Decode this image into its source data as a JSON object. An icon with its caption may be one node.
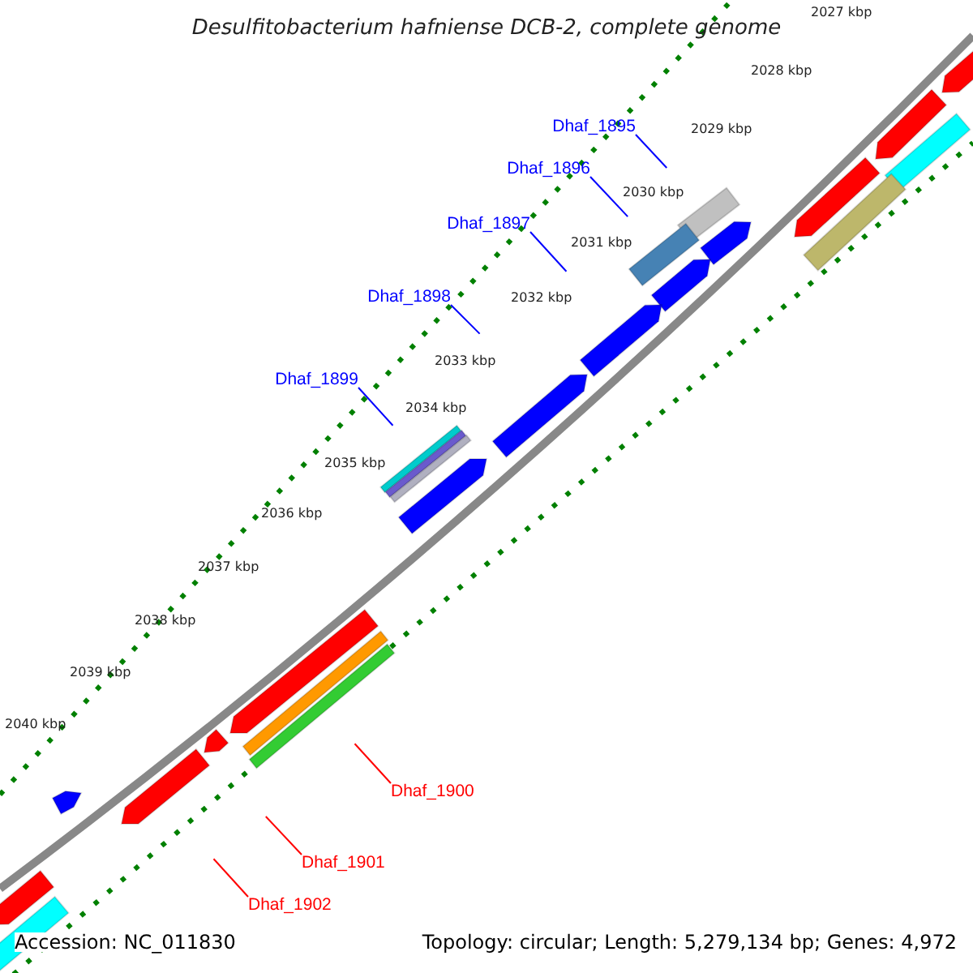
{
  "diagram": {
    "title": "Desulfitobacterium hafniense DCB-2, complete genome",
    "nodes": [
      {
        "text": [
          "Dhaf_1895"
        ]
      },
      {
        "text": [
          "Dhaf_1896"
        ]
      },
      {
        "text": [
          "Dhaf_1897"
        ]
      },
      {
        "text": [
          "Dhaf_1898"
        ]
      },
      {
        "text": [
          "Dhaf_1899"
        ]
      },
      {
        "text": [
          "Dhaf_1900"
        ]
      },
      {
        "text": [
          "Dhaf_1901"
        ]
      },
      {
        "text": [
          "Dhaf_1902"
        ]
      }
    ],
    "edges": [
      {
        "from": 0,
        "to": null,
        "arrow": "none"
      },
      {
        "from": 1,
        "to": null,
        "arrow": "none"
      },
      {
        "from": 2,
        "to": null,
        "arrow": "none"
      },
      {
        "from": 3,
        "to": null,
        "arrow": "none"
      },
      {
        "from": 4,
        "to": null,
        "arrow": "none"
      },
      {
        "from": 5,
        "to": null,
        "arrow": "none",
        "color": "#ff0000"
      },
      {
        "from": 6,
        "to": null,
        "arrow": "none",
        "color": "#ff0000"
      },
      {
        "from": 7,
        "to": null,
        "arrow": "none",
        "color": "#ff0000"
      }
    ],
    "labels": [
      "2027 kbp",
      "2028 kbp",
      "2029 kbp",
      "2030 kbp",
      "2031 kbp",
      "2032 kbp",
      "2033 kbp",
      "2034 kbp",
      "2035 kbp",
      "2036 kbp",
      "2037 kbp",
      "2038 kbp",
      "2039 kbp",
      "2040 kbp",
      "Accession: NC_011830",
      "Topology: circular; Length: 5,279,134 bp; Genes: 4,972"
    ]
  }
}
